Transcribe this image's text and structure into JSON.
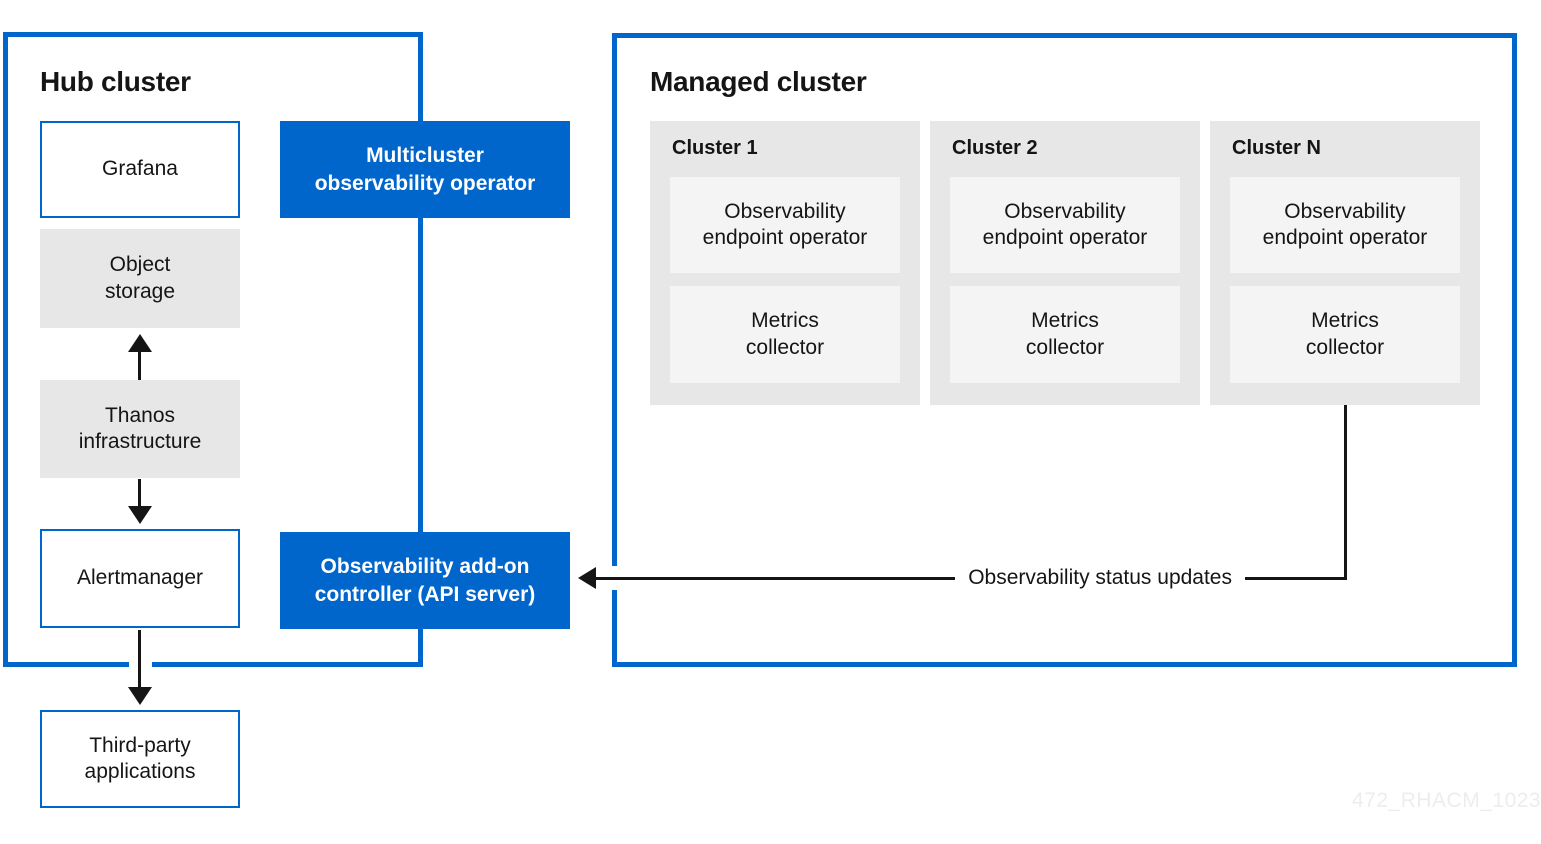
{
  "colors": {
    "blue": "#0066CC",
    "panel-gray": "#E7E7E7",
    "inner-gray": "#F4F4F4",
    "line": "#151515",
    "text": "#151515",
    "watermark": "#EDEDEE"
  },
  "hub": {
    "title": "Hub cluster",
    "nodes": {
      "grafana": "Grafana",
      "object_storage": "Object\nstorage",
      "thanos": "Thanos\ninfrastructure",
      "alertmanager": "Alertmanager",
      "third_party": "Third-party\napplications"
    },
    "operators": {
      "multicluster": "Multicluster\nobservability operator",
      "addon_controller": "Observability add-on\ncontroller (API server)"
    }
  },
  "managed": {
    "title": "Managed cluster",
    "status_label": "Observability status updates",
    "clusters": [
      {
        "name": "Cluster 1",
        "components": [
          "Observability\nendpoint operator",
          "Metrics\ncollector"
        ]
      },
      {
        "name": "Cluster 2",
        "components": [
          "Observability\nendpoint operator",
          "Metrics\ncollector"
        ]
      },
      {
        "name": "Cluster N",
        "components": [
          "Observability\nendpoint operator",
          "Metrics\ncollector"
        ]
      }
    ]
  },
  "watermark": "472_RHACM_1023"
}
